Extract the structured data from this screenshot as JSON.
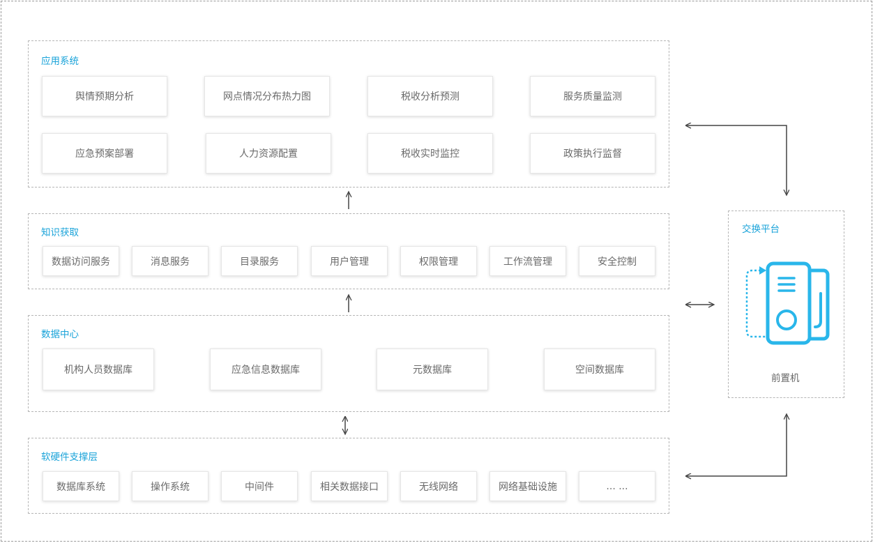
{
  "layers": {
    "app": {
      "title": "应用系统",
      "row1": [
        "舆情预期分析",
        "网点情况分布热力图",
        "税收分析预测",
        "服务质量监测"
      ],
      "row2": [
        "应急预案部署",
        "人力资源配置",
        "税收实时监控",
        "政策执行监督"
      ]
    },
    "knowledge": {
      "title": "知识获取",
      "items": [
        "数据访问服务",
        "消息服务",
        "目录服务",
        "用户管理",
        "权限管理",
        "工作流管理",
        "安全控制"
      ]
    },
    "datacenter": {
      "title": "数据中心",
      "items": [
        "机构人员数据库",
        "应急信息数据库",
        "元数据库",
        "空间数据库"
      ]
    },
    "infra": {
      "title": "软硬件支撑层",
      "items": [
        "数据库系统",
        "操作系统",
        "中间件",
        "相关数据接口",
        "无线网络",
        "网络基础设施",
        "... ..."
      ]
    }
  },
  "exchange": {
    "title": "交换平台",
    "device_label": "前置机",
    "device_icon": "server-icon"
  },
  "colors": {
    "accent": "#1aa3d9",
    "icon": "#29b6ea",
    "arrow": "#444444",
    "dash": "#b5b5b5"
  }
}
